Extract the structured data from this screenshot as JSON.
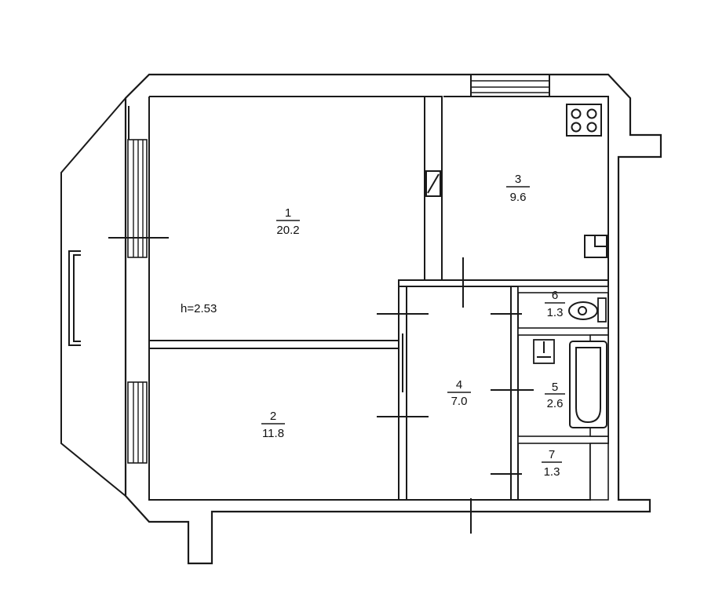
{
  "ceiling_height": "h=2.53",
  "rooms": [
    {
      "number": "1",
      "area": "20.2"
    },
    {
      "number": "2",
      "area": "11.8"
    },
    {
      "number": "3",
      "area": "9.6"
    },
    {
      "number": "4",
      "area": "7.0"
    },
    {
      "number": "5",
      "area": "2.6"
    },
    {
      "number": "6",
      "area": "1.3"
    },
    {
      "number": "7",
      "area": "1.3"
    }
  ],
  "icons": [
    "stove-icon",
    "sink-icon",
    "boiler-icon",
    "toilet-icon",
    "bathtub-icon",
    "washbasin-icon",
    "door-swing-icon",
    "window-icon"
  ]
}
